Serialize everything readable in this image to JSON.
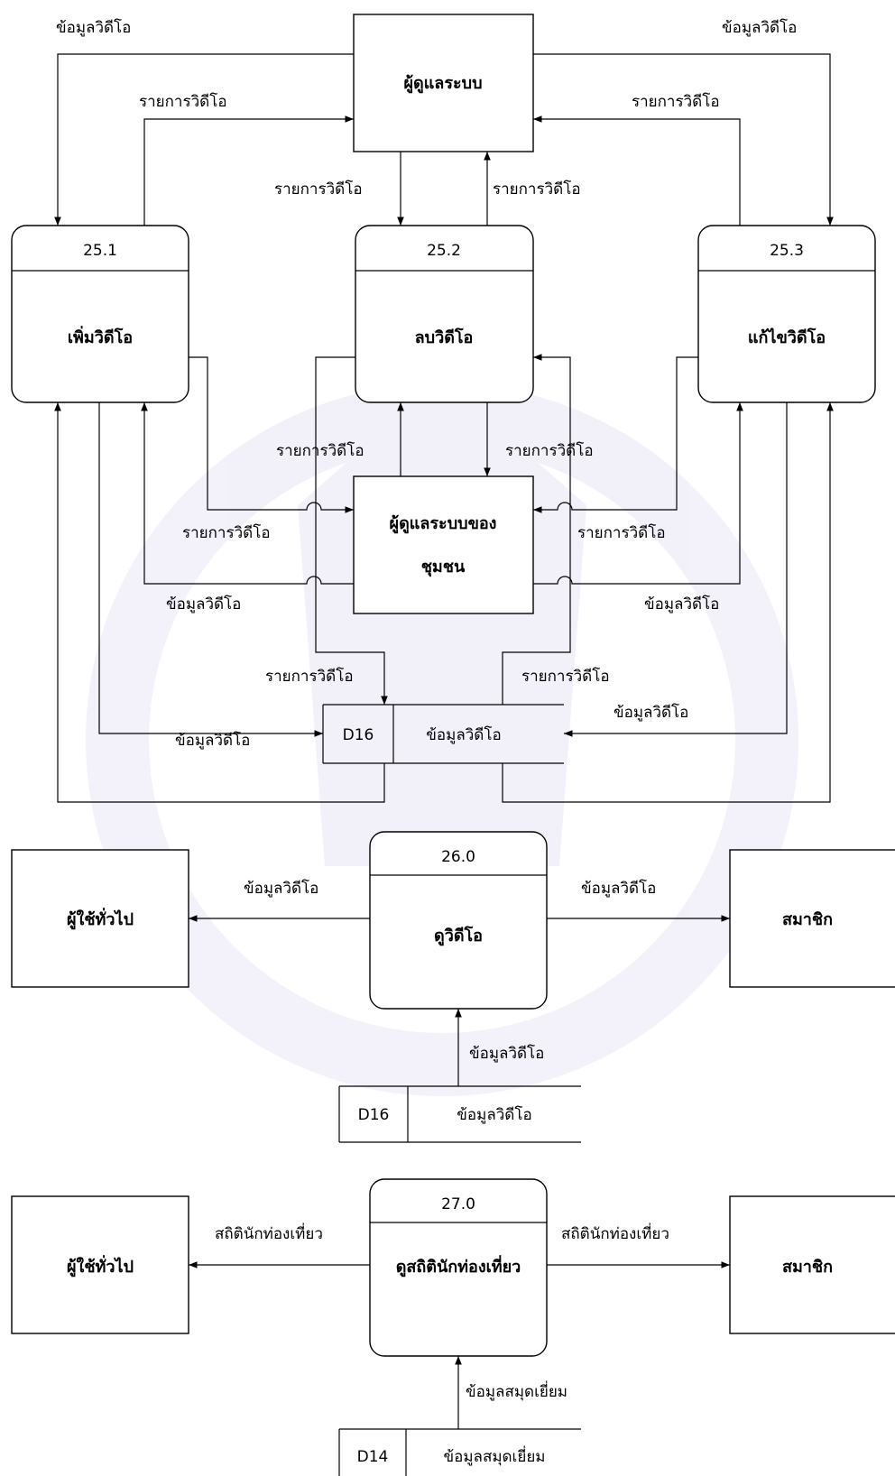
{
  "top": {
    "admin": "ผู้ดูแลระบบ",
    "community_admin_1": "ผู้ดูแลระบบของ",
    "community_admin_2": "ชุมชน",
    "p251": {
      "id": "25.1",
      "name": "เพิ่มวิดีโอ"
    },
    "p252": {
      "id": "25.2",
      "name": "ลบวิดีโอ"
    },
    "p253": {
      "id": "25.3",
      "name": "แก้ไขวิดีโอ"
    },
    "store": {
      "id": "D16",
      "name": "ข้อมูลวิดีโอ"
    },
    "labels": {
      "a": "ข้อมูลวิดีโอ",
      "b": "ข้อมูลวิดีโอ",
      "c": "รายการวิดีโอ",
      "d": "รายการวิดีโอ",
      "e": "รายการวิดีโอ",
      "f": "รายการวิดีโอ",
      "g": "รายการวิดีโอ",
      "h": "รายการวิดีโอ",
      "i": "รายการวิดีโอ",
      "j": "รายการวิดีโอ",
      "k": "ข้อมูลวิดีโอ",
      "l": "ข้อมูลวิดีโอ",
      "m": "รายการวิดีโอ",
      "n": "รายการวิดีโอ",
      "o": "ข้อมูลวิดีโอ",
      "p": "ข้อมูลวิดีโอ"
    }
  },
  "mid": {
    "user": "ผู้ใช้ทั่วไป",
    "member": "สมาชิก",
    "process": {
      "id": "26.0",
      "name": "ดูวิดีโอ"
    },
    "store": {
      "id": "D16",
      "name": "ข้อมูลวิดีโอ"
    },
    "labels": {
      "left": "ข้อมูลวิดีโอ",
      "right": "ข้อมูลวิดีโอ",
      "up": "ข้อมูลวิดีโอ"
    }
  },
  "bot": {
    "user": "ผู้ใช้ทั่วไป",
    "member": "สมาชิก",
    "process": {
      "id": "27.0",
      "name": "ดูสถิตินักท่องเที่ยว"
    },
    "store": {
      "id": "D14",
      "name": "ข้อมูลสมุดเยี่ยม"
    },
    "labels": {
      "left": "สถิตินักท่องเที่ยว",
      "right": "สถิตินักท่องเที่ยว",
      "up": "ข้อมูลสมุดเยี่ยม"
    }
  }
}
